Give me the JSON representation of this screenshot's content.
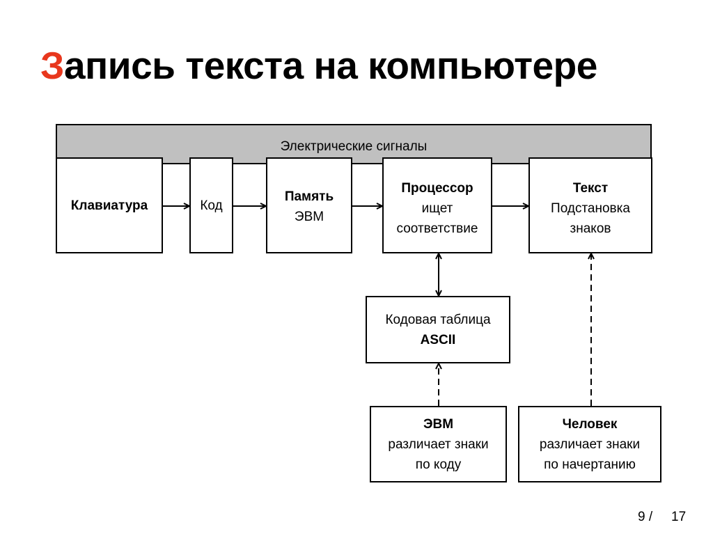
{
  "slide": {
    "title_first_letter": "З",
    "title_rest": "апись текста на компьютере",
    "accent_color": "#e8371d",
    "band_color": "#c0c0c0",
    "band_label": "Электрические сигналы"
  },
  "nodes": {
    "keyboard": {
      "bold": "Клавиатура",
      "text": ""
    },
    "code": {
      "bold": "",
      "text": "Код"
    },
    "memory": {
      "bold": "Память",
      "text": "ЭВМ"
    },
    "processor": {
      "bold": "Процессор",
      "line1": "ищет",
      "line2": "соответствие"
    },
    "text": {
      "bold": "Текст",
      "line1": "Подстановка",
      "line2": "знаков"
    },
    "code_table": {
      "text": "Кодовая таблица",
      "bold": "ASCII"
    },
    "computer": {
      "bold": "ЭВМ",
      "line1": "различает знаки",
      "line2": "по коду"
    },
    "human": {
      "bold": "Человек",
      "line1": "различает знаки",
      "line2": "по начертанию"
    }
  },
  "edges": [
    {
      "from": "keyboard",
      "to": "code",
      "style": "solid"
    },
    {
      "from": "code",
      "to": "memory",
      "style": "solid"
    },
    {
      "from": "memory",
      "to": "processor",
      "style": "solid"
    },
    {
      "from": "processor",
      "to": "text",
      "style": "solid"
    },
    {
      "from": "processor",
      "to": "code_table",
      "style": "solid",
      "bidirectional": true
    },
    {
      "from": "computer",
      "to": "code_table",
      "style": "dashed"
    },
    {
      "from": "human",
      "to": "text",
      "style": "dashed"
    }
  ],
  "pager": {
    "current": "9 /",
    "total": "17"
  }
}
